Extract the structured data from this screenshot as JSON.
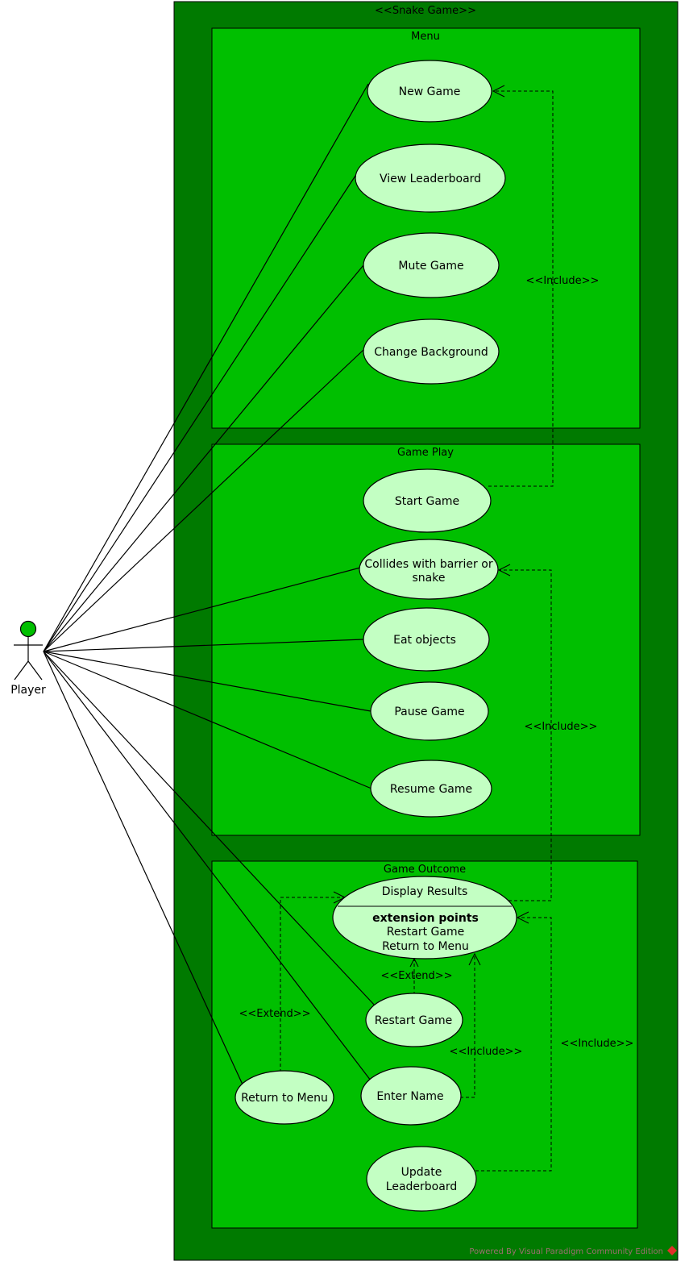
{
  "system": {
    "title": "<<Snake Game>>"
  },
  "packages": {
    "menu": {
      "title": "Menu"
    },
    "game_play": {
      "title": "Game Play"
    },
    "game_outcome": {
      "title": "Game Outcome"
    }
  },
  "actor": {
    "name": "Player"
  },
  "use_cases": {
    "new_game": "New Game",
    "view_leaderboard": "View Leaderboard",
    "mute_game": "Mute Game",
    "change_background": "Change Background",
    "start_game": "Start Game",
    "collides_line1": "Collides with barrier or",
    "collides_line2": "snake",
    "eat_objects": "Eat objects",
    "pause_game": "Pause Game",
    "resume_game": "Resume Game",
    "display_results": "Display Results",
    "extension_points_header": "extension points",
    "ext_point_restart": "Restart Game",
    "ext_point_return": "Return to Menu",
    "restart_game": "Restart Game",
    "return_to_menu": "Return to Menu",
    "enter_name": "Enter Name",
    "update_leaderboard_line1": "Update",
    "update_leaderboard_line2": "Leaderboard"
  },
  "relations": {
    "include_start_new": "<<Include>>",
    "include_display_collides": "<<Include>>",
    "include_update_display": "<<Include>>",
    "include_enter_display": "<<Include>>",
    "extend_restart": "<<Extend>>",
    "extend_return": "<<Extend>>"
  },
  "footer": {
    "text": "Powered By Visual Paradigm Community Edition"
  },
  "colors": {
    "system_fill": "#007a00",
    "package_fill": "#00bf00",
    "use_case_fill": "#c3ffc3",
    "actor_head": "#00bf00",
    "footer_text": "#9b6f6f",
    "footer_logo": "#e0302a"
  }
}
